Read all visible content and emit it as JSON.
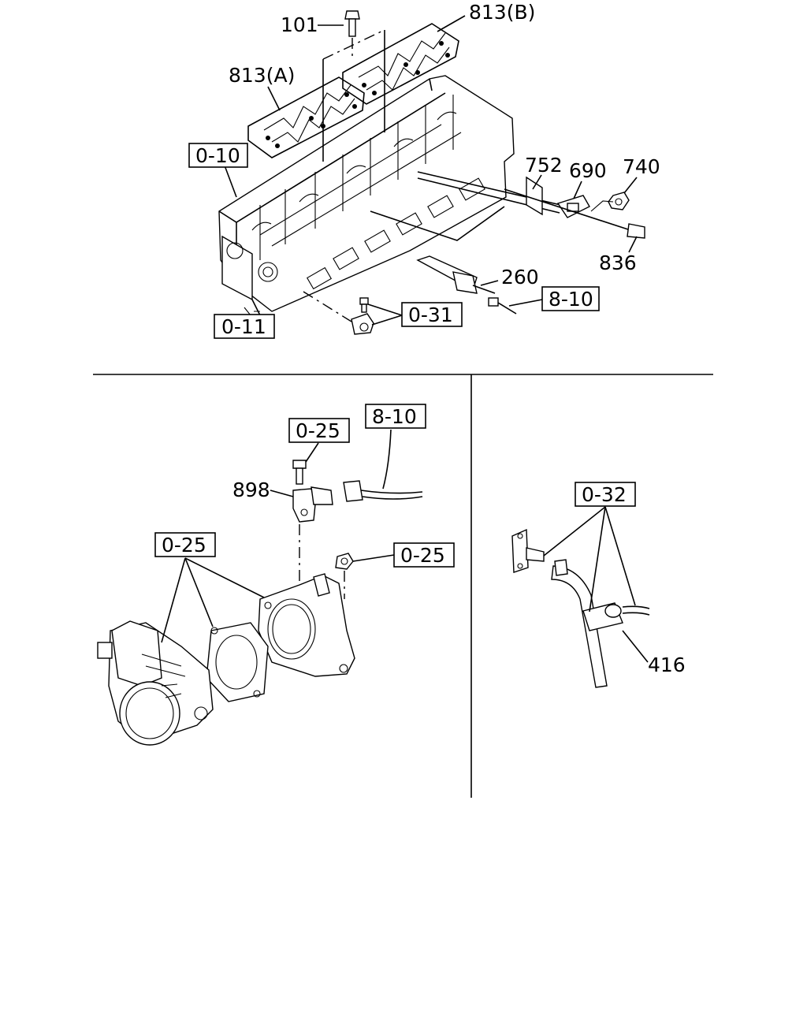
{
  "part_labels": {
    "p101": "101",
    "p813b": "813(B)",
    "p813a": "813(A)",
    "p752": "752",
    "p690": "690",
    "p740": "740",
    "p836": "836",
    "p260": "260",
    "p898": "898",
    "p416": "416"
  },
  "ref_labels": {
    "r010": "0-10",
    "r011": "0-11",
    "r031": "0-31",
    "r810_top": "8-10",
    "r025_bolt": "0-25",
    "r810_mid": "8-10",
    "r025_left": "0-25",
    "r025_nut": "0-25",
    "r032": "0-32"
  }
}
